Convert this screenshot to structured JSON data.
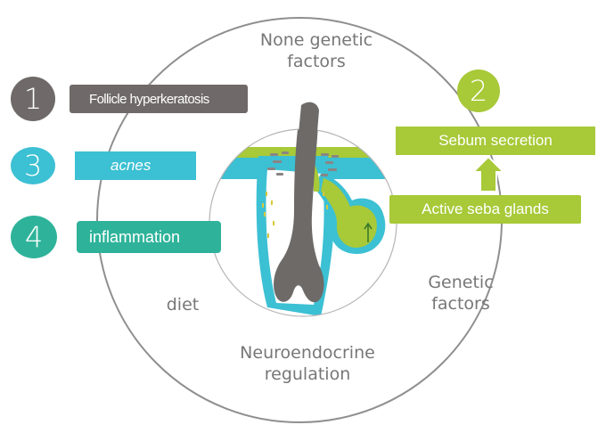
{
  "colors": {
    "gray": "#6f6a69",
    "green": "#a8c938",
    "cyan": "#3cc0d3",
    "teal": "#2eb39a",
    "hair": "#6d6a68",
    "outline": "#9a9a9a"
  },
  "ring": {
    "top": [
      "None genetic",
      "factors"
    ],
    "right": [
      "Genetic",
      "factors"
    ],
    "bottom": [
      "Neuroendocrine",
      "regulation"
    ],
    "left": "diet"
  },
  "items": [
    {
      "number": "1",
      "label": "Follicle hyperkeratosis"
    },
    {
      "number": "2",
      "label": "Sebum secretion"
    },
    {
      "number": "3",
      "label": "acnes"
    },
    {
      "number": "4",
      "label": "inflammation"
    }
  ],
  "glands_label": "Active seba glands",
  "icons": {
    "up_arrow": "up-arrow-icon",
    "gland_arrow": "thin-up-arrow-icon"
  }
}
